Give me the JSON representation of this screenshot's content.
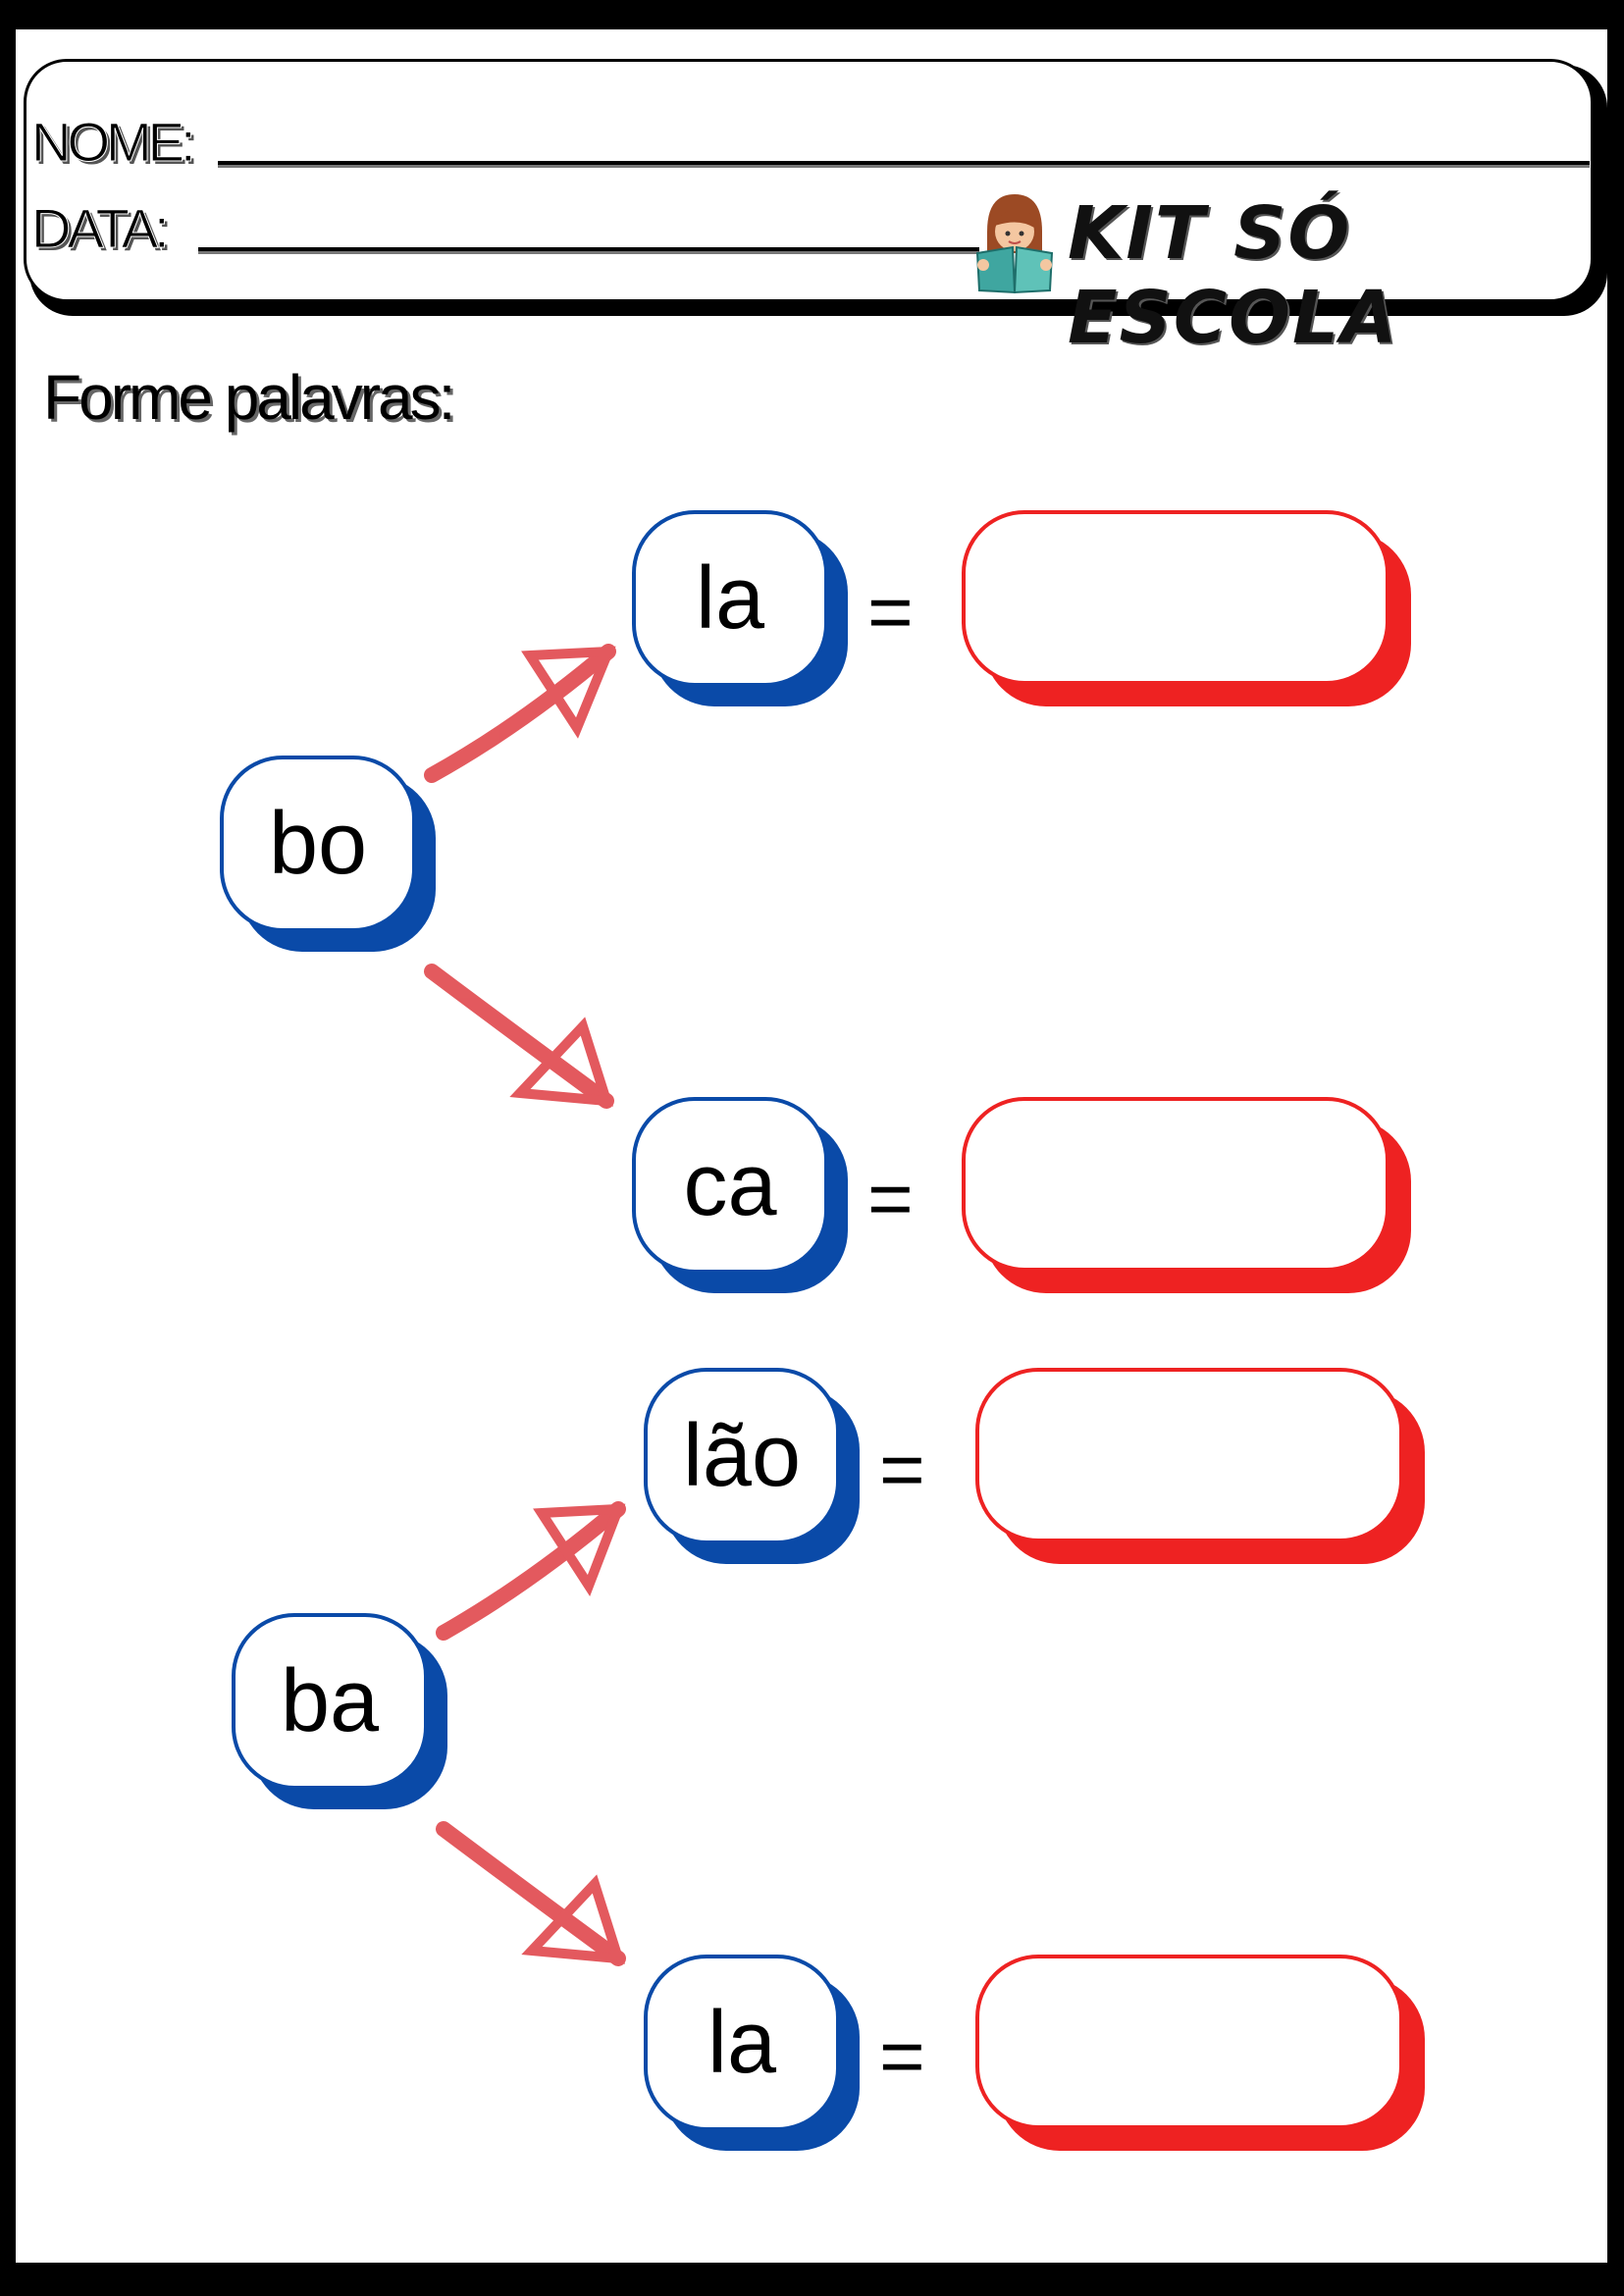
{
  "header": {
    "name_label": "NOME:",
    "date_label": "DATA:",
    "brand": "KIT SÓ ESCOLA",
    "brand_icon": "girl-reading-book-icon"
  },
  "instruction": "Forme palavras:",
  "equals_sign": "=",
  "groups": [
    {
      "base": "bo",
      "endings": [
        "la",
        "ca"
      ]
    },
    {
      "base": "ba",
      "endings": [
        "lão",
        "la"
      ]
    }
  ],
  "colors": {
    "syllable_border": "#0a4aa8",
    "answer_border": "#ee2222",
    "arrow": "#e0484d"
  }
}
